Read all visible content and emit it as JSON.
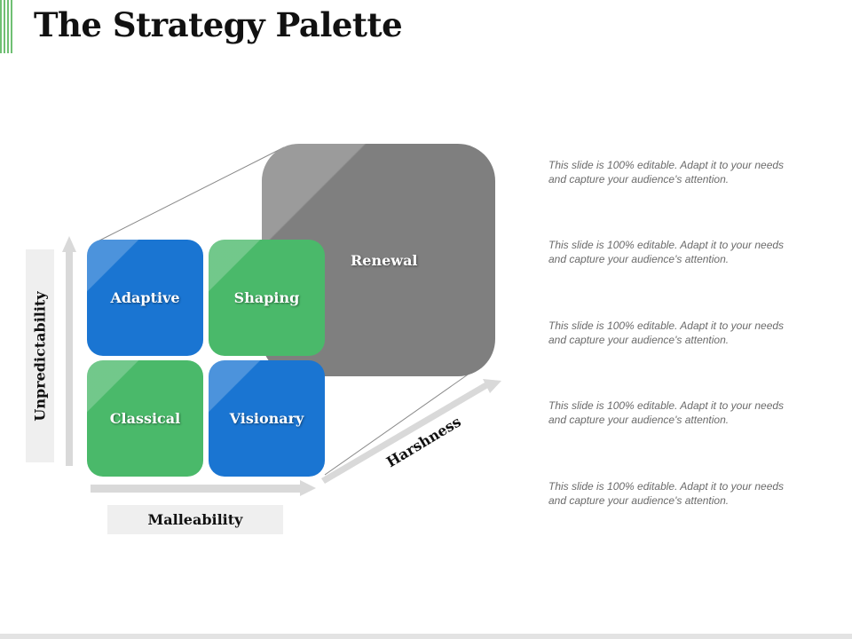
{
  "slide": {
    "title": "The Strategy Palette",
    "accent_color": "#6fbf73"
  },
  "diagram": {
    "renewal": {
      "label": "Renewal",
      "color": "#7f7f7f"
    },
    "quadrants": [
      {
        "label": "Adaptive",
        "color": "#1a75d2"
      },
      {
        "label": "Shaping",
        "color": "#4ab96a"
      },
      {
        "label": "Classical",
        "color": "#4ab96a"
      },
      {
        "label": "Visionary",
        "color": "#1a75d2"
      }
    ],
    "axes": {
      "y_label": "Unpredictability",
      "x_label": "Malleability",
      "z_label": "Harshness"
    }
  },
  "notes": [
    {
      "line1": "This slide is 100% editable. Adapt it to your needs",
      "line2": "and capture your audience's attention."
    },
    {
      "line1": "This slide is 100% editable. Adapt it to your needs",
      "line2": "and capture your audience's attention."
    },
    {
      "line1": "This slide is 100% editable. Adapt it to your needs",
      "line2": "and capture your audience's attention."
    },
    {
      "line1": "This slide is 100% editable. Adapt it to your needs",
      "line2": "and capture your audience's attention."
    },
    {
      "line1": "This slide is 100% editable. Adapt it to your needs",
      "line2": "and capture your audience's attention."
    }
  ]
}
